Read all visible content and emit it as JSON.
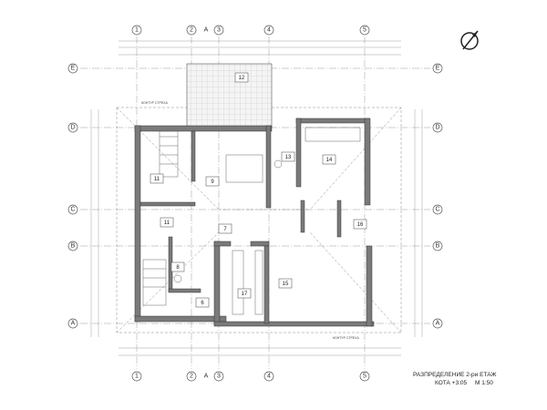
{
  "drawing": {
    "title": "РАЗПРЕДЕЛЕНИЕ 2-ри ЕТАЖ",
    "subtitle_level": "КОТА +3.05",
    "subtitle_scale": "М 1:50",
    "axes_columns": [
      "1",
      "2",
      "A",
      "3",
      "4",
      "5"
    ],
    "axes_rows": [
      "E",
      "D",
      "C",
      "B",
      "A"
    ],
    "section_marker": "A",
    "eaves_label": "КОНТУР СТРЕХА",
    "rooms": [
      "12",
      "11",
      "9",
      "13",
      "14",
      "11",
      "7",
      "16",
      "8",
      "6",
      "17",
      "15"
    ],
    "icons": {
      "north_arrow": "north-arrow-icon"
    },
    "colors": {
      "walls": "#7a7a7a",
      "lines": "#555555"
    }
  }
}
